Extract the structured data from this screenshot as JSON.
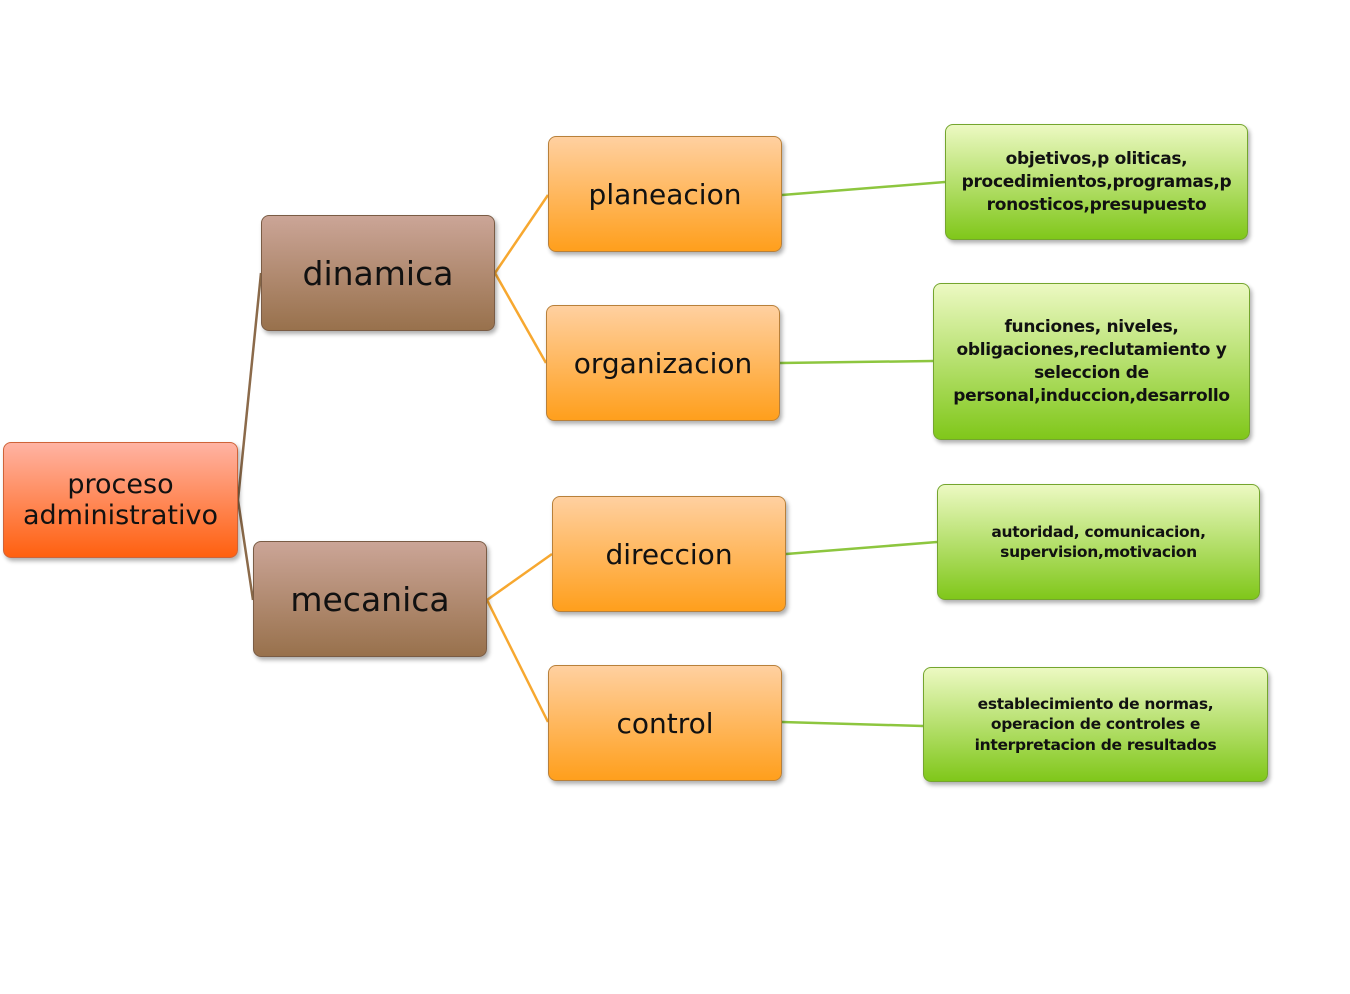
{
  "root": {
    "lines": [
      "proceso",
      "administrativo"
    ]
  },
  "branches": [
    {
      "label": "dinamica"
    },
    {
      "label": "mecanica"
    }
  ],
  "stages": [
    {
      "label": "planeacion",
      "details": [
        "objetivos,p oliticas,",
        "procedimientos,programas,p",
        "ronosticos,presupuesto"
      ]
    },
    {
      "label": "organizacion",
      "details": [
        "funciones, niveles,",
        "obligaciones,reclutamiento y",
        "seleccion de",
        "personal,induccion,desarrollo"
      ]
    },
    {
      "label": "direccion",
      "details": [
        "autoridad, comunicacion,",
        "supervision,motivacion"
      ]
    },
    {
      "label": "control",
      "details": [
        "establecimiento de normas,",
        "operacion de controles e",
        "interpretacion de resultados"
      ]
    }
  ],
  "colors": {
    "root_top": "#ffb3a3",
    "root_bottom": "#ff600f",
    "branch_top": "#cba597",
    "branch_bottom": "#98714c",
    "stage_top": "#ffd0a0",
    "stage_bottom": "#ff9f1c",
    "detail_top": "#ecf9c2",
    "detail_bottom": "#80c71a",
    "connector_root": "#8b6a4a",
    "connector_branch": "#f7a830",
    "connector_detail": "#8dc63f"
  }
}
